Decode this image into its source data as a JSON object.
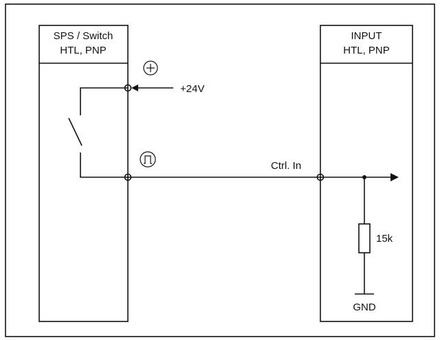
{
  "left_box": {
    "line1": "SPS / Switch",
    "line2": "HTL, PNP"
  },
  "right_box": {
    "line1": "INPUT",
    "line2": "HTL, PNP"
  },
  "supply": {
    "symbol": "+",
    "label": "+24V"
  },
  "signal": {
    "symbol": "⎍",
    "label": "Ctrl. In"
  },
  "resistor": {
    "label": "15k"
  },
  "ground": {
    "label": "GND"
  },
  "colors": {
    "stroke": "#111111",
    "header_fill": "#ffffff"
  }
}
